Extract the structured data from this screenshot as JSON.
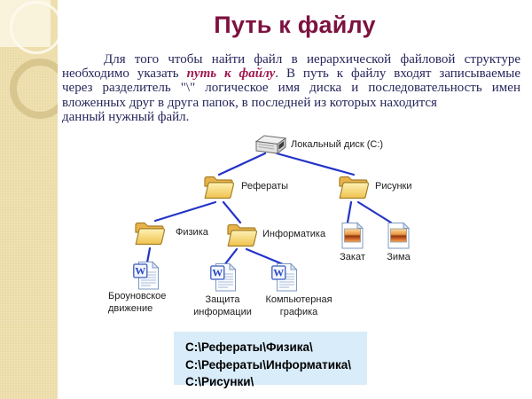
{
  "title": "Путь к файлу",
  "paragraph": {
    "line1": "Для того чтобы найти файл в иерархической файловой структуре",
    "line2_before": "необходимо указать ",
    "line2_accent": "путь к файлу",
    "line2_after": ". В путь к файлу входят записываемые",
    "line3": "через разделитель \"\\\" логическое имя диска и последовательность имен",
    "line4": "вложенных друг в друга папок, в последней из которых находится",
    "line5": "данный нужный файл."
  },
  "tree": {
    "disk_label": "Локальный диск (C:)",
    "referaty": "Рефераты",
    "risunki": "Рисунки",
    "fizika": "Физика",
    "informatika": "Информатика",
    "brownian": "Броуновское движение",
    "zashchita": "Защита информации",
    "grafika": "Компьютерная графика",
    "zakat": "Закат",
    "zima": "Зима"
  },
  "paths_box": {
    "lines": [
      "C:\\Рефераты\\Физика\\",
      "C:\\Рефераты\\Информатика\\",
      "C:\\Рисунки\\"
    ]
  },
  "colors": {
    "title": "#7d1240",
    "accent": "#a0154e",
    "body_text": "#26265c",
    "tree_line": "#2434c8",
    "sidebar_bg": "#ecddaa",
    "paths_box_bg": "#d9ecf9"
  }
}
